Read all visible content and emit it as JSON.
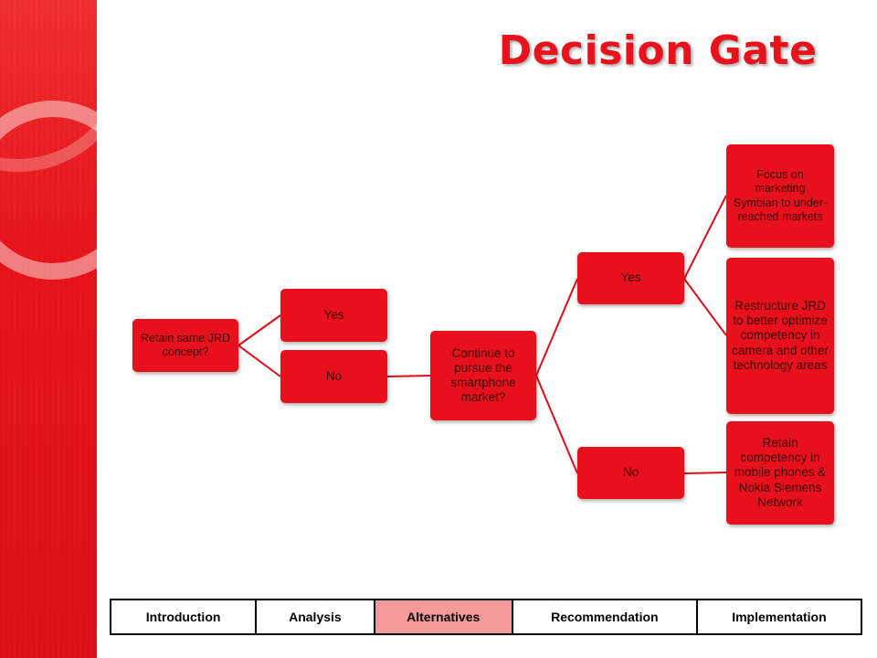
{
  "title": "Decision Gate",
  "diagram": {
    "nodes": {
      "root": "Retain same JRD concept?",
      "yes1": "Yes",
      "no1": "No",
      "continue": "Continue to pursue the smartphone market?",
      "yes2": "Yes",
      "no2": "No",
      "focus": "Focus on marketing Symbian to under-reached markets",
      "restructure": "Restructure JRD to better optimize competency in camera and other technology areas",
      "retain": "Retain competency in mobile phones & Nokia Siemens Network"
    },
    "edges": [
      [
        "root",
        "yes1"
      ],
      [
        "root",
        "no1"
      ],
      [
        "no1",
        "continue"
      ],
      [
        "continue",
        "yes2"
      ],
      [
        "continue",
        "no2"
      ],
      [
        "yes2",
        "focus"
      ],
      [
        "yes2",
        "restructure"
      ],
      [
        "no2",
        "retain"
      ]
    ]
  },
  "nav": {
    "items": [
      "Introduction",
      "Analysis",
      "Alternatives",
      "Recommendation",
      "Implementation"
    ],
    "active": "Alternatives",
    "active_color": "#f59a9a"
  },
  "colors": {
    "accent": "#e8121c",
    "node_fill": "#e8101c"
  }
}
